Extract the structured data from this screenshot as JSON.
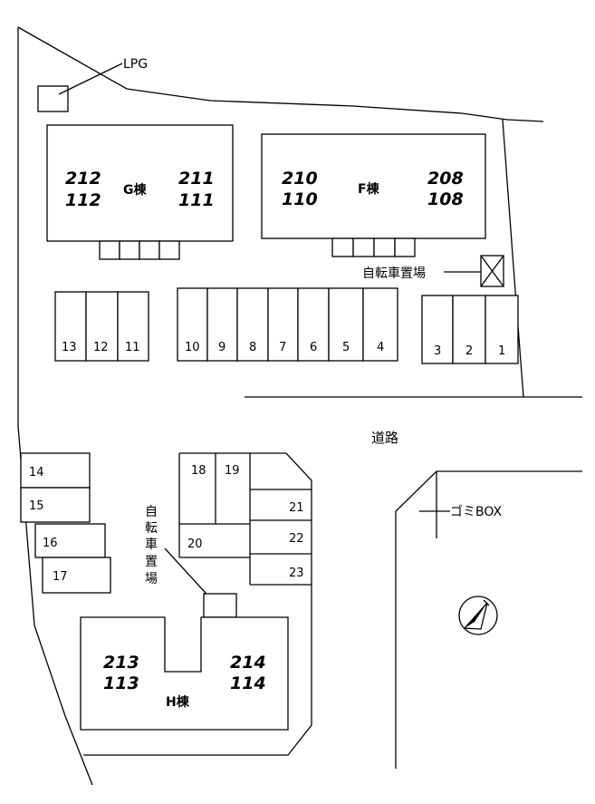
{
  "labels": {
    "lpg": "LPG",
    "bike_parking": "自転車置場",
    "road": "道路",
    "garbage": "ゴミBOX",
    "bike_v1": "自",
    "bike_v2": "転",
    "bike_v3": "車",
    "bike_v4": "置",
    "bike_v5": "場"
  },
  "buildings": {
    "G": {
      "name": "G棟",
      "left_top": "212",
      "left_bottom": "112",
      "right_top": "211",
      "right_bottom": "111"
    },
    "F": {
      "name": "F棟",
      "left_top": "210",
      "left_bottom": "110",
      "right_top": "208",
      "right_bottom": "108"
    },
    "H": {
      "name": "H棟",
      "left_top": "213",
      "left_bottom": "113",
      "right_top": "214",
      "right_bottom": "114"
    }
  },
  "parking": [
    "1",
    "2",
    "3",
    "4",
    "5",
    "6",
    "7",
    "8",
    "9",
    "10",
    "11",
    "12",
    "13",
    "14",
    "15",
    "16",
    "17",
    "18",
    "19",
    "20",
    "21",
    "22",
    "23"
  ],
  "colors": {
    "line": "#000000",
    "background": "#ffffff"
  },
  "icons": {
    "compass": "north-arrow-icon"
  }
}
